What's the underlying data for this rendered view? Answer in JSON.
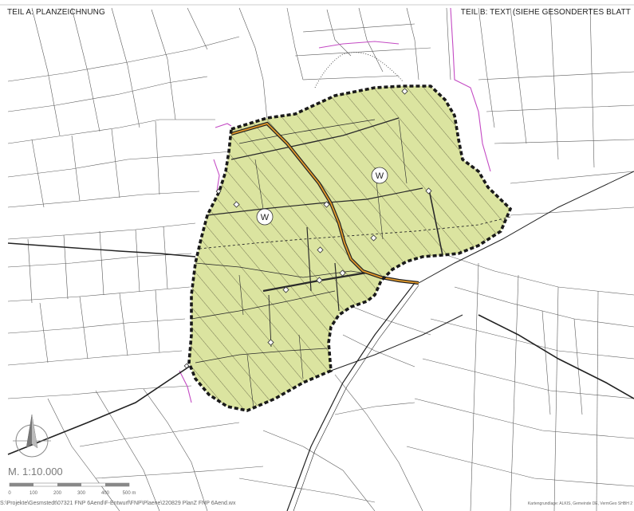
{
  "header": {
    "left_title": "TEIL A: PLANZEICHNUNG",
    "right_title": "TEIL B: TEXT (SIEHE GESONDERTES BLATT"
  },
  "map": {
    "zone_symbols": [
      {
        "id": "zone-west",
        "label": "W"
      },
      {
        "id": "zone-east",
        "label": "W"
      }
    ],
    "colors": {
      "zone_fill": "#dbe4a0",
      "zone_border": "#1a1a1a",
      "road": "#e39a2a",
      "admin_boundary": "#c44bc4",
      "parcel_lines": "#555555"
    },
    "icons": [
      "north-arrow-icon"
    ]
  },
  "scale": {
    "label": "M. 1:10.000",
    "ticks": [
      "0",
      "100",
      "200",
      "300",
      "400",
      "500 m"
    ]
  },
  "footer": {
    "file_path": "S:\\Projekte\\Gesmstedt\\07321 FNP 6Aend\\F-Entwurf\\FNP\\Plaene\\220829 PlanZ FNP 6Aend.wx",
    "credit": "Kartengrundlage: ALKIS, Gemeinde DE, VermGeo SHBH 2"
  }
}
